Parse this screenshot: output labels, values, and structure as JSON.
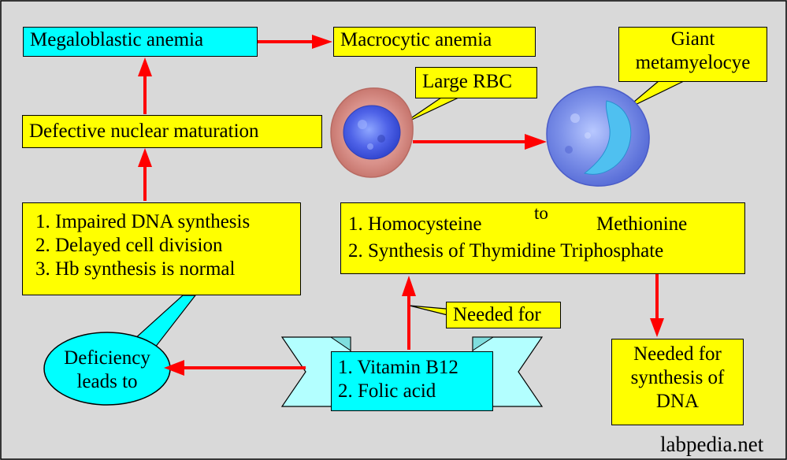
{
  "boxes": {
    "megaloblastic": "Megaloblastic anemia",
    "macrocytic": "Macrocytic anemia",
    "defective": "Defective nuclear maturation",
    "effects": [
      "1. Impaired DNA synthesis",
      "2. Delayed cell division",
      "3. Hb synthesis is normal"
    ],
    "functions": {
      "line1_left": "1. Homocysteine",
      "line1_mid": "to",
      "line1_right": "Methionine",
      "line2": "2. Synthesis of Thymidine Triphosphate"
    },
    "needed_for_label": "Needed for",
    "dna_needed": [
      "Needed for",
      "synthesis of",
      "DNA"
    ],
    "vitamins": [
      "1. Vitamin B12",
      "2. Folic acid"
    ],
    "deficiency": [
      "Deficiency",
      "leads to"
    ]
  },
  "callouts": {
    "large_rbc": "Large RBC",
    "giant": [
      "Giant",
      "metamyelocye"
    ]
  },
  "watermark": "labpedia.net",
  "colors": {
    "background": "#d9d9d9",
    "box_yellow": "#ffff00",
    "box_cyan": "#00ffff",
    "ribbon": "#b3ffff",
    "arrow": "#ff0000"
  }
}
